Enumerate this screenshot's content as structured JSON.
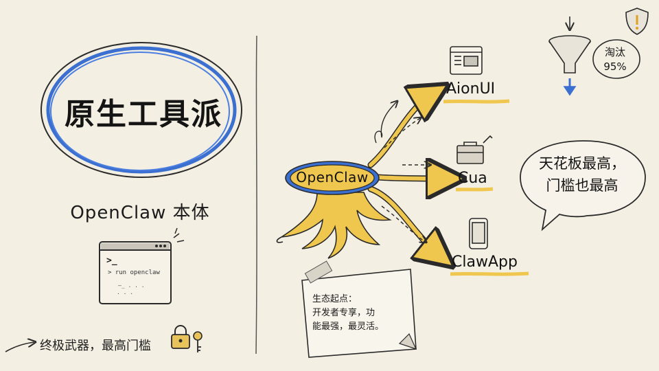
{
  "left_panel": {
    "title": "原生工具派",
    "subtitle": "OpenClaw 本体",
    "terminal": {
      "prompt": ">_",
      "command": "> run openclaw"
    },
    "footer": "终极武器，最高门槛",
    "footer_icons": [
      "lock-icon",
      "key-icon"
    ]
  },
  "diagram": {
    "center_label": "OpenClaw",
    "targets": [
      {
        "label": "AionUI",
        "icon": "window-icon"
      },
      {
        "label": "Cua",
        "icon": "toolbox-icon"
      },
      {
        "label": "ClawApp",
        "icon": "smartphone-icon"
      }
    ]
  },
  "speech_bubble": {
    "line1": "天花板最高，",
    "line2": "门槛也最高"
  },
  "funnel": {
    "line1": "淘汰",
    "line2": "95%",
    "icon": "funnel-icon"
  },
  "warning_icon": "warning-shield-icon",
  "note": {
    "line1": "生态起点：",
    "line2": "开发者专享，功",
    "line3": "能最强，最灵活。"
  },
  "colors": {
    "background": "#f4efe3",
    "ellipse_blue": "#3b6fd0",
    "root_yellow": "#efc64e",
    "ink": "#1e1e1e"
  }
}
